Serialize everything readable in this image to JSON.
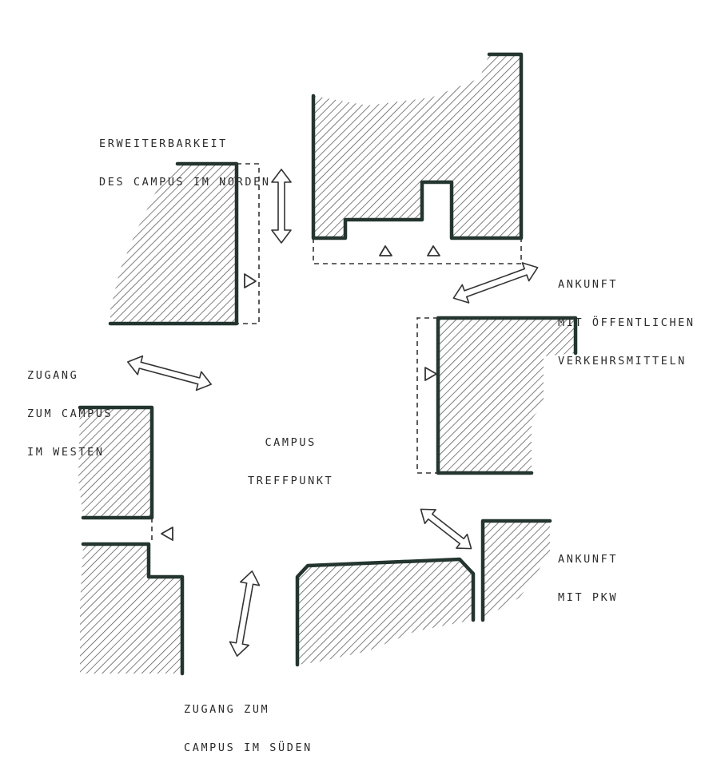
{
  "labels": {
    "north": [
      "ERWEITERBARKEIT",
      "DES CAMPUS IM NORDEN"
    ],
    "transit": [
      "ANKUNFT",
      "MIT ÖFFENTLICHEN",
      "VERKEHRSMITTELN"
    ],
    "west": [
      "ZUGANG",
      "ZUM CAMPUS",
      "IM WESTEN"
    ],
    "center": [
      "CAMPUS",
      "TREFFPUNKT"
    ],
    "car": [
      "ANKUNFT",
      "MIT PKW"
    ],
    "south": [
      "ZUGANG ZUM",
      "CAMPUS IM SÜDEN"
    ]
  },
  "colors": {
    "wall": "#243530",
    "hatch": "#555555",
    "paper": "#ffffff"
  }
}
